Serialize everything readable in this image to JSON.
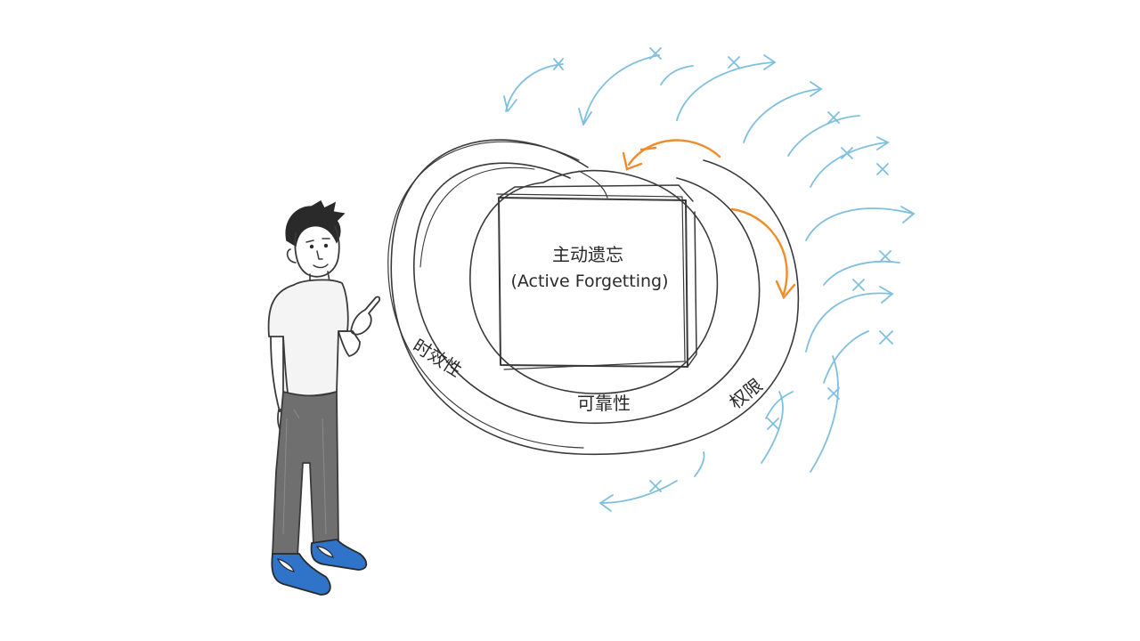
{
  "diagram": {
    "center_label": {
      "line1": "主动遗忘",
      "line2": "(Active Forgetting)"
    },
    "rings": [
      {
        "label": "时效性"
      },
      {
        "label": "可靠性"
      },
      {
        "label": "权限"
      }
    ]
  },
  "colors": {
    "ink": "#3a3a3a",
    "incoming_arrows": "#7fbfe0",
    "cycle_arrows": "#f08c2a",
    "shirt": "#f4f4f4",
    "pants": "#6f6f6f",
    "shoes": "#2f74c8"
  },
  "icons": {
    "person": "person-pointing-icon",
    "incoming": "arrow-icon",
    "blocked": "cross-mark-icon",
    "cycle": "curved-arrow-icon"
  }
}
